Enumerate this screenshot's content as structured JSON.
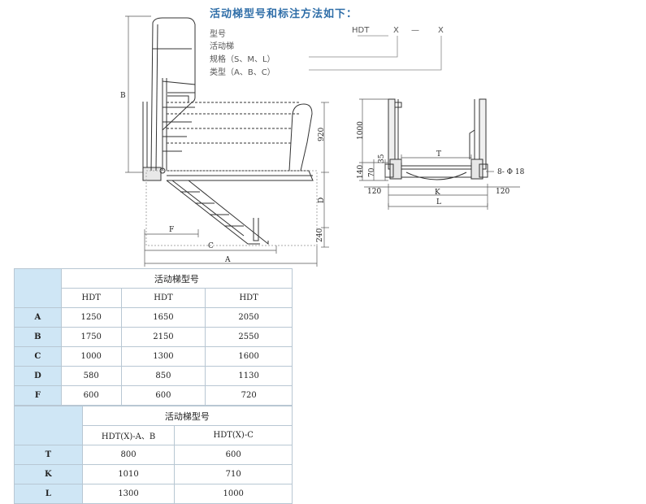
{
  "title": "活动梯型号和标注方法如下：",
  "model_code": {
    "prefix": "HDT",
    "slot1": "X",
    "dash": "—",
    "slot2": "X",
    "lines": [
      "型号",
      "活动梯",
      "规格（S、M、L）",
      "类型（A、B、C）"
    ]
  },
  "side_view_labels": {
    "B": "B",
    "dim_920": "920",
    "D": "D",
    "dim_240": "240",
    "F": "F",
    "C": "C",
    "A": "A"
  },
  "front_view_labels": {
    "dim_1000": "1000",
    "dim_35": "35",
    "dim_140": "140",
    "dim_70": "70",
    "T": "T",
    "holes": "8- Φ 18",
    "left_120": "120",
    "K": "K",
    "right_120": "120",
    "L": "L"
  },
  "table1": {
    "caption": "活动梯型号",
    "columns": [
      "HDT",
      "HDT",
      "HDT"
    ],
    "rows": [
      {
        "label": "A",
        "values": [
          "1250",
          "1650",
          "2050"
        ]
      },
      {
        "label": "B",
        "values": [
          "1750",
          "2150",
          "2550"
        ]
      },
      {
        "label": "C",
        "values": [
          "1000",
          "1300",
          "1600"
        ]
      },
      {
        "label": "D",
        "values": [
          "580",
          "850",
          "1130"
        ]
      },
      {
        "label": "F",
        "values": [
          "600",
          "600",
          "720"
        ]
      }
    ]
  },
  "table2": {
    "caption": "活动梯型号",
    "columns": [
      "HDT(X)-A、B",
      "HDT(X)-C"
    ],
    "rows": [
      {
        "label": "T",
        "values": [
          "800",
          "600"
        ]
      },
      {
        "label": "K",
        "values": [
          "1010",
          "710"
        ]
      },
      {
        "label": "L",
        "values": [
          "1300",
          "1000"
        ]
      }
    ]
  }
}
